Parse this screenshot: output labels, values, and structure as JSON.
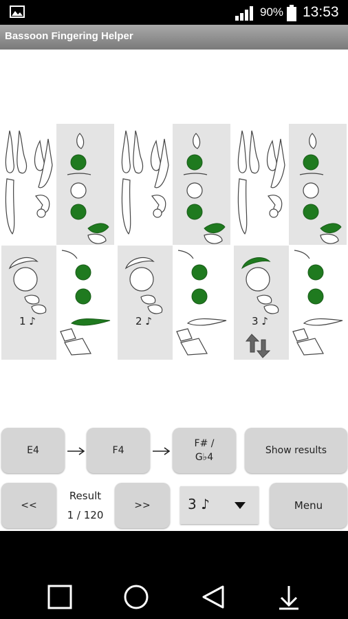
{
  "status_bar": {
    "battery_percent": "90%",
    "time": "13:53"
  },
  "app": {
    "title": "Bassoon Fingering Helper"
  },
  "diagram": {
    "panels": [
      {
        "label": "1 ♪",
        "has_trill_arrow": false
      },
      {
        "label": "2 ♪",
        "has_trill_arrow": false
      },
      {
        "label": "3 ♪",
        "has_trill_arrow": true
      }
    ]
  },
  "controls": {
    "notes": [
      "E4",
      "F4",
      "F# /\nG♭4"
    ],
    "show_results": "Show results",
    "prev": "<<",
    "next": ">>",
    "result_label": "Result",
    "result_count": "1 / 120",
    "select_value": "3 ♪",
    "menu": "Menu"
  },
  "colors": {
    "key_filled": "#1f7a1f",
    "panel_shade": "#e4e4e4"
  }
}
